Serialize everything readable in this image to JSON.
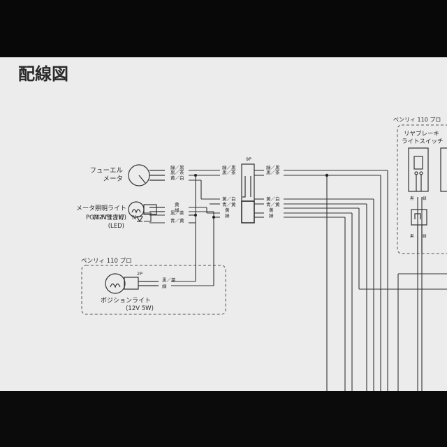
{
  "title": "配線図",
  "pages": {
    "benly_right": "ベンリィ 110 プロ",
    "benly_left": "ベンリィ 110 プロ"
  },
  "components": {
    "fuel_meter": [
      "フューエル",
      "メータ"
    ],
    "meter_light": "メータ照明ライト",
    "meter_light_spec": "(12V 1.7W)",
    "pgm_fi_lamp": "PGM-FI警告灯",
    "pgm_fi_lamp_spec": "(LED)",
    "position_light": "ポジションライト",
    "position_light_spec": "(12V 5W)",
    "rear_brake_switch": [
      "リヤブレーキ",
      "ライトスイッチ"
    ]
  },
  "connectors": {
    "main_pins": "9P",
    "position_pins": "2P"
  },
  "wire_labels": {
    "fuel_left": [
      "緑／黒",
      "黒／茶",
      "黄／白"
    ],
    "meter_light_left": [
      "黄",
      "緑"
    ],
    "pgm_left": [
      "黒／茶",
      "青／黄"
    ],
    "position_left": [
      "黒／茶",
      "緑"
    ],
    "conn_in_top": [
      "緑／黒",
      "黒／茶"
    ],
    "conn_in_bottom": [
      "黄／白",
      "青／黄",
      "黄",
      "緑"
    ],
    "conn_out_top": [
      "緑／黒",
      "黒／茶"
    ],
    "conn_out_bottom": [
      "黄／白",
      "青／黄",
      "黄",
      "緑"
    ],
    "switch_top": [
      "黒",
      "緑"
    ],
    "switch_bottom": [
      "黒",
      "緑"
    ]
  },
  "symbols": {
    "pgm_n": "N"
  }
}
